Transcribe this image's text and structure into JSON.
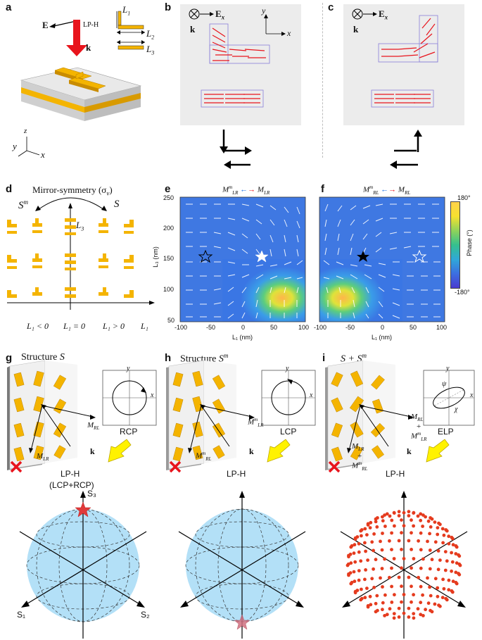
{
  "panels": {
    "a": "a",
    "b": "b",
    "c": "c",
    "d": "d",
    "e": "e",
    "f": "f",
    "g": "g",
    "h": "h",
    "i": "i"
  },
  "panel_a": {
    "e_label": "E",
    "polarization": "LP-H",
    "k_label": "k",
    "L1": "L",
    "L1_sub": "1",
    "L2": "L",
    "L2_sub": "2",
    "L3": "L",
    "L3_sub": "3",
    "axis_z": "z",
    "axis_y": "y",
    "axis_x": "x"
  },
  "panel_b": {
    "e_label": "E",
    "e_sub": "x",
    "k_label": "k",
    "axis_y": "y",
    "axis_x": "x"
  },
  "panel_c": {
    "e_label": "E",
    "e_sub": "x",
    "k_label": "k"
  },
  "panel_d": {
    "title": "Mirror-symmetry (σ",
    "title_sub": "v",
    "title_end": ")",
    "left_struct": "S",
    "left_struct_sup": "m",
    "right_struct": "S",
    "axis_label": "L",
    "axis_label_sub": "3",
    "ticks": [
      "L₁ < 0",
      "L₁ = 0",
      "L₁ > 0",
      "L₁"
    ]
  },
  "panel_e": {
    "legend_left": "M",
    "legend_left_sub": "LR",
    "legend_left_sup": "m",
    "legend_right": "M",
    "legend_right_sub": "LR",
    "ylabel": "L₃ (nm)",
    "xlabel": "L₁ (nm)",
    "yticks": [
      "250",
      "200",
      "150",
      "100",
      "50"
    ],
    "xticks": [
      "-100",
      "-50",
      "0",
      "50",
      "100"
    ]
  },
  "panel_f": {
    "legend_left": "M",
    "legend_left_sub": "RL",
    "legend_left_sup": "m",
    "legend_right": "M",
    "legend_right_sub": "RL",
    "xlabel": "L₁ (nm)",
    "xticks": [
      "-100",
      "-50",
      "0",
      "50",
      "100"
    ],
    "colorbar_label": "Phase (°)",
    "colorbar_max": "180°",
    "colorbar_min": "-180°"
  },
  "panel_g": {
    "title": "Structure ",
    "title_var": "S",
    "m_rl": "M",
    "m_rl_sub": "RL",
    "m_lr": "M",
    "m_lr_sub": "LR",
    "k_label": "k",
    "pol_name": "RCP",
    "input_line1": "LP-H",
    "input_line2": "(LCP+RCP)",
    "axis_y": "y",
    "axis_x": "x",
    "s3": "S₃",
    "s1": "S₁",
    "s2": "S₂"
  },
  "panel_h": {
    "title": "Structure ",
    "title_var": "S",
    "title_sup": "m",
    "m_lr": "M",
    "m_lr_sub": "LR",
    "m_lr_sup": "m",
    "m_rl": "M",
    "m_rl_sub": "RL",
    "m_rl_sup": "m",
    "k_label": "k",
    "pol_name": "LCP",
    "input": "LP-H",
    "axis_y": "y",
    "axis_x": "x"
  },
  "panel_i": {
    "title": "S + S",
    "title_sup": "m",
    "m_rl": "M",
    "m_rl_sub": "RL",
    "plus": "+",
    "m_lr_m": "M",
    "m_lr_m_sub": "LR",
    "m_lr_m_sup": "m",
    "m_lr": "M",
    "m_lr_sub": "LR",
    "m_rl_m": "M",
    "m_rl_m_sub": "RL",
    "m_rl_m_sup": "m",
    "k_label": "k",
    "pol_name": "ELP",
    "input": "LP-H",
    "psi": "ψ",
    "chi": "χ",
    "axis_y": "y",
    "axis_x": "x"
  },
  "colors": {
    "gold": "#f4b400",
    "arrow_red": "#e8141c",
    "sphere_fill": "#b3e0f7",
    "star_red": "#e03a3a",
    "dot_red": "#e53b1e",
    "yellow_arrow": "#fff200"
  }
}
